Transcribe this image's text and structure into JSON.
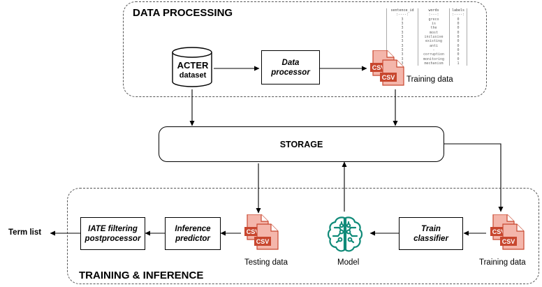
{
  "groups": {
    "data_processing": "DATA PROCESSING",
    "training_inference": "TRAINING & INFERENCE"
  },
  "nodes": {
    "acter_dataset": {
      "line1": "ACTER",
      "line2": "dataset"
    },
    "data_processor": "Data\nprocessor",
    "storage": "STORAGE",
    "train_classifier": "Train\nclassifier",
    "inference_predictor": "Inference\npredictor",
    "iate_postprocessor": "IATE filtering\npostprocessor"
  },
  "labels": {
    "training_data_top": "Training data",
    "training_data_bottom": "Training data",
    "testing_data": "Testing data",
    "model": "Model",
    "term_list": "Term list"
  },
  "csv_icon_text": "CSV",
  "table_preview": {
    "headers": [
      "sentence_id",
      "words",
      "labels"
    ],
    "separator": [
      ":----:",
      ":---:",
      ":----:"
    ],
    "rows": [
      [
        "3",
        "greco",
        "0"
      ],
      [
        "3",
        "is",
        "0"
      ],
      [
        "3",
        "the",
        "0"
      ],
      [
        "3",
        "most",
        "0"
      ],
      [
        "3",
        "inclusive",
        "0"
      ],
      [
        "3",
        "existing",
        "0"
      ],
      [
        "3",
        "anti",
        "0"
      ],
      [
        "3",
        "-",
        "0"
      ],
      [
        "3",
        "corruption",
        "0"
      ],
      [
        "3",
        "monitoring",
        "0"
      ],
      [
        "3",
        "mechanism",
        "1"
      ]
    ]
  },
  "colors": {
    "csv_red": "#c8472f",
    "csv_pink": "#f4b6ab",
    "model_teal": "#0f8a78",
    "line": "#000000",
    "group_border": "#555555"
  },
  "icons": {
    "dataset": "database-icon",
    "csv": "csv-file-icon",
    "model": "brain-circuit-icon"
  }
}
